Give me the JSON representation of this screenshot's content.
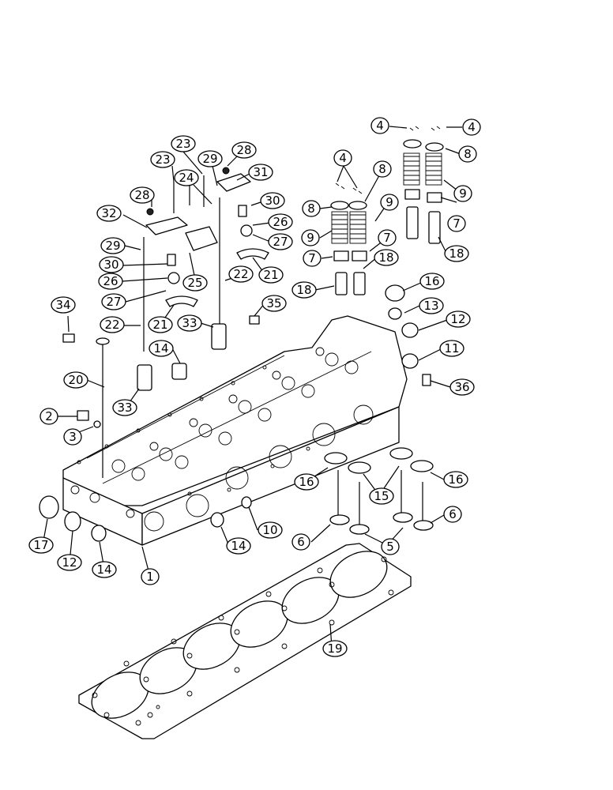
{
  "diagram": {
    "callouts": [
      {
        "id": "c4a",
        "text": "4"
      },
      {
        "id": "c4b",
        "text": "4"
      },
      {
        "id": "c4c",
        "text": "4"
      },
      {
        "id": "c8a",
        "text": "8"
      },
      {
        "id": "c8b",
        "text": "8"
      },
      {
        "id": "c8c",
        "text": "8"
      },
      {
        "id": "c9a",
        "text": "9"
      },
      {
        "id": "c9b",
        "text": "9"
      },
      {
        "id": "c9c",
        "text": "9"
      },
      {
        "id": "c7a",
        "text": "7"
      },
      {
        "id": "c7b",
        "text": "7"
      },
      {
        "id": "c7c",
        "text": "7"
      },
      {
        "id": "c18a",
        "text": "18"
      },
      {
        "id": "c18b",
        "text": "18"
      },
      {
        "id": "c18c",
        "text": "18"
      },
      {
        "id": "c23a",
        "text": "23"
      },
      {
        "id": "c23b",
        "text": "23"
      },
      {
        "id": "c28a",
        "text": "28"
      },
      {
        "id": "c28b",
        "text": "28"
      },
      {
        "id": "c29a",
        "text": "29"
      },
      {
        "id": "c29b",
        "text": "29"
      },
      {
        "id": "c31",
        "text": "31"
      },
      {
        "id": "c24",
        "text": "24"
      },
      {
        "id": "c30a",
        "text": "30"
      },
      {
        "id": "c30b",
        "text": "30"
      },
      {
        "id": "c26a",
        "text": "26"
      },
      {
        "id": "c26b",
        "text": "26"
      },
      {
        "id": "c27a",
        "text": "27"
      },
      {
        "id": "c27b",
        "text": "27"
      },
      {
        "id": "c32",
        "text": "32"
      },
      {
        "id": "c21a",
        "text": "21"
      },
      {
        "id": "c21b",
        "text": "21"
      },
      {
        "id": "c22a",
        "text": "22"
      },
      {
        "id": "c22b",
        "text": "22"
      },
      {
        "id": "c25",
        "text": "25"
      },
      {
        "id": "c33a",
        "text": "33"
      },
      {
        "id": "c33b",
        "text": "33"
      },
      {
        "id": "c34",
        "text": "34"
      },
      {
        "id": "c35",
        "text": "35"
      },
      {
        "id": "c36",
        "text": "36"
      },
      {
        "id": "c16a",
        "text": "16"
      },
      {
        "id": "c16b",
        "text": "16"
      },
      {
        "id": "c16c",
        "text": "16"
      },
      {
        "id": "c13",
        "text": "13"
      },
      {
        "id": "c12a",
        "text": "12"
      },
      {
        "id": "c12b",
        "text": "12"
      },
      {
        "id": "c11",
        "text": "11"
      },
      {
        "id": "c14a",
        "text": "14"
      },
      {
        "id": "c14b",
        "text": "14"
      },
      {
        "id": "c14c",
        "text": "14"
      },
      {
        "id": "c20",
        "text": "20"
      },
      {
        "id": "c2",
        "text": "2"
      },
      {
        "id": "c3",
        "text": "3"
      },
      {
        "id": "c15",
        "text": "15"
      },
      {
        "id": "c6a",
        "text": "6"
      },
      {
        "id": "c6b",
        "text": "6"
      },
      {
        "id": "c5",
        "text": "5"
      },
      {
        "id": "c10",
        "text": "10"
      },
      {
        "id": "c17",
        "text": "17"
      },
      {
        "id": "c1",
        "text": "1"
      },
      {
        "id": "c19",
        "text": "19"
      }
    ]
  }
}
